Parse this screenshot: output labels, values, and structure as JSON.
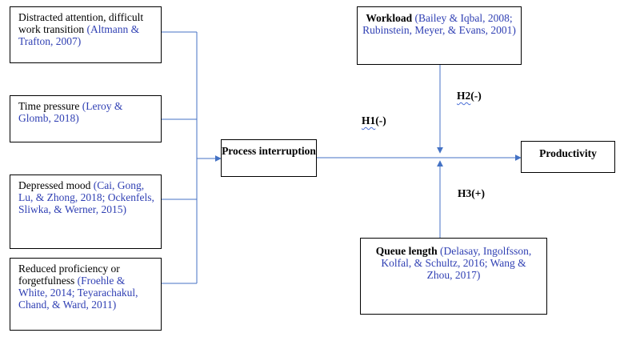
{
  "left_factors": [
    {
      "text": "Distracted attention, difficult work transition ",
      "cite": "(Altmann & Trafton, 2007)"
    },
    {
      "text": "Time pressure ",
      "cite": "(Leroy & Glomb, 2018)"
    },
    {
      "text": "Depressed mood ",
      "cite": "(Cai, Gong, Lu, & Zhong, 2018; Ockenfels, Sliwka, & Werner, 2015)"
    },
    {
      "text": "Reduced proficiency or forgetfulness ",
      "cite": "(Froehle & White, 2014; Teyarachakul, Chand, & Ward, 2011)"
    }
  ],
  "process": {
    "label": "Process interruption"
  },
  "workload": {
    "title": "Workload",
    "cite": "(Bailey & Iqbal, 2008; Rubinstein, Meyer, & Evans, 2001)"
  },
  "queue": {
    "title": "Queue length",
    "cite": "(Delasay, Ingolfsson, Kolfal, & Schultz, 2016; Wang & Zhou, 2017)"
  },
  "outcome": {
    "label": "Productivity"
  },
  "hypotheses": {
    "h1": {
      "name": "H1",
      "sign": "(-)"
    },
    "h2": {
      "name": "H2",
      "sign": "(-)"
    },
    "h3": {
      "name": "H3",
      "sign": "(+)"
    }
  },
  "colors": {
    "arrow": "#4472c4",
    "citation": "#2f3fb3",
    "border": "#000000"
  }
}
